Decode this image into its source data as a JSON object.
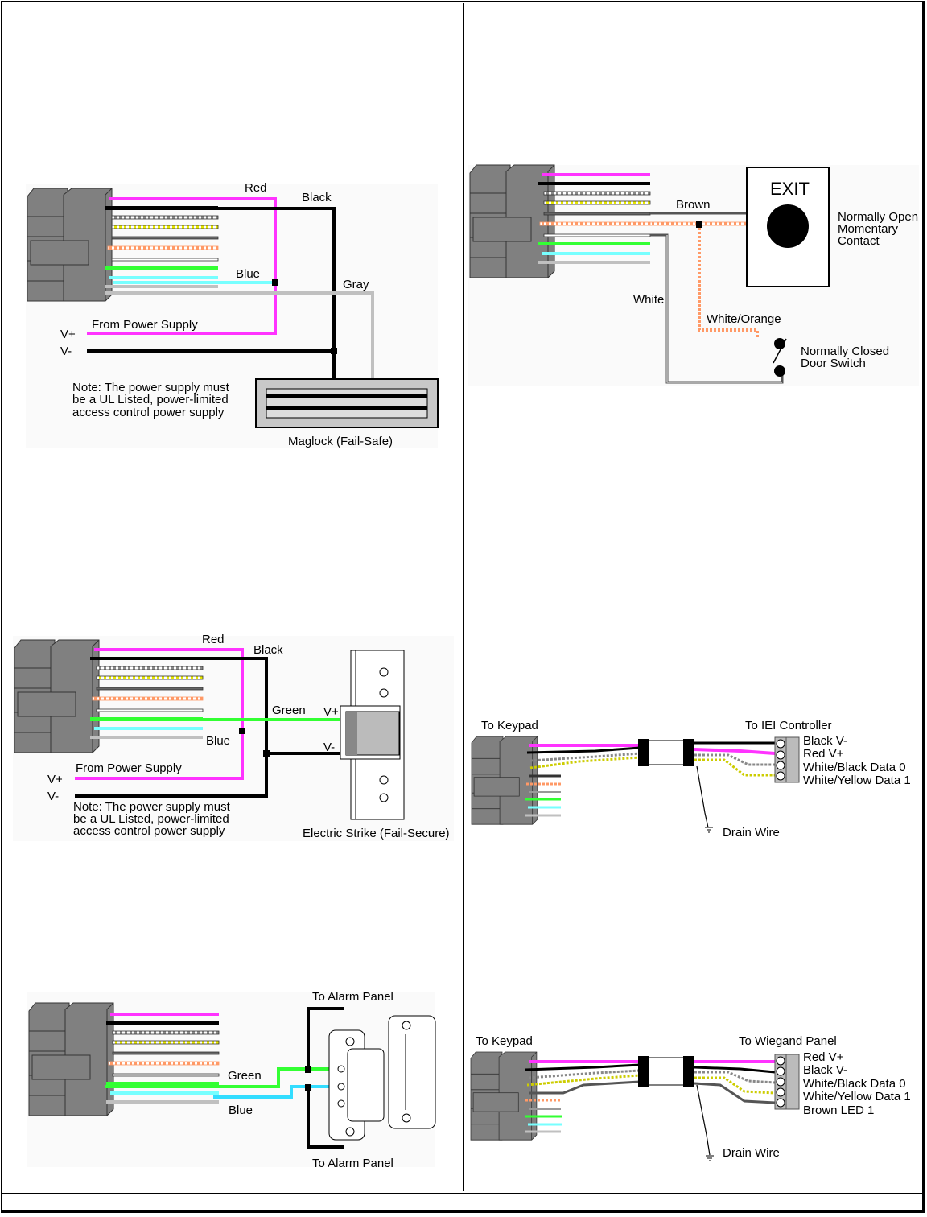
{
  "colors": {
    "red": "#ff33ff",
    "black": "#000000",
    "white": "#ffffff",
    "yellow": "#ffff33",
    "brown": "#555555",
    "orange": "#ff9966",
    "green": "#33ff33",
    "blue": "#77ffff",
    "gray": "#c0c0c0",
    "connector": "#808080"
  },
  "maglock": {
    "labels": {
      "red": "Red",
      "black": "Black",
      "blue": "Blue",
      "gray": "Gray",
      "from_ps": "From Power Supply",
      "vplus": "V+",
      "vminus": "V-"
    },
    "note": [
      "Note: The power supply must",
      "be a UL Listed, power-limited",
      "access control power supply"
    ],
    "device": "Maglock (Fail-Safe)"
  },
  "exit": {
    "labels": {
      "brown": "Brown",
      "white": "White",
      "white_orange": "White/Orange"
    },
    "button_text": "EXIT",
    "no_label": [
      "Normally Open",
      "Momentary",
      "Contact"
    ],
    "nc_label": [
      "Normally Closed",
      "Door Switch"
    ]
  },
  "strike": {
    "labels": {
      "red": "Red",
      "black": "Black",
      "green": "Green",
      "blue": "Blue",
      "vplus_dev": "V+",
      "vminus_dev": "V-",
      "from_ps": "From Power Supply",
      "vplus": "V+",
      "vminus": "V-"
    },
    "note": [
      "Note: The power supply must",
      "be a UL Listed, power-limited",
      "access control power supply"
    ],
    "device": "Electric Strike (Fail-Secure)"
  },
  "iei": {
    "to_keypad": "To Keypad",
    "to_controller": "To IEI Controller",
    "terminals": [
      "Black V-",
      "Red V+",
      "White/Black Data 0",
      "White/Yellow Data 1"
    ],
    "drain": "Drain Wire"
  },
  "alarm": {
    "labels": {
      "green": "Green",
      "blue": "Blue"
    },
    "to_panel_top": "To Alarm Panel",
    "to_panel_bottom": "To Alarm Panel"
  },
  "wiegand": {
    "to_keypad": "To Keypad",
    "to_panel": "To Wiegand Panel",
    "terminals": [
      "Red V+",
      "Black V-",
      "White/Black Data 0",
      "White/Yellow Data 1",
      "Brown LED 1"
    ],
    "drain": "Drain Wire"
  }
}
